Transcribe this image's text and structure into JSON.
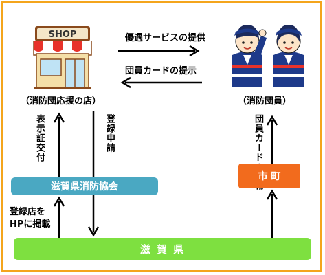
{
  "shop": {
    "sign": "SHOP",
    "label": "（消防団応援の店）"
  },
  "members": {
    "label": "（消防団員）"
  },
  "arrows": {
    "top_right": "優遇サービスの提供",
    "top_left": "団員カードの提示",
    "display_cert": "表示証交付",
    "register_apply": "登録申請",
    "card_distribution": "団員カードの配布",
    "hp_publish": "登録店を\nHPに掲載"
  },
  "boxes": {
    "association": "滋賀県消防協会",
    "city_town": "市 町",
    "prefecture": "滋 賀 県"
  },
  "colors": {
    "border": "#f4a51c",
    "association": "#4aa8c2",
    "city_town": "#f26b1d",
    "prefecture": "#7ee040"
  }
}
